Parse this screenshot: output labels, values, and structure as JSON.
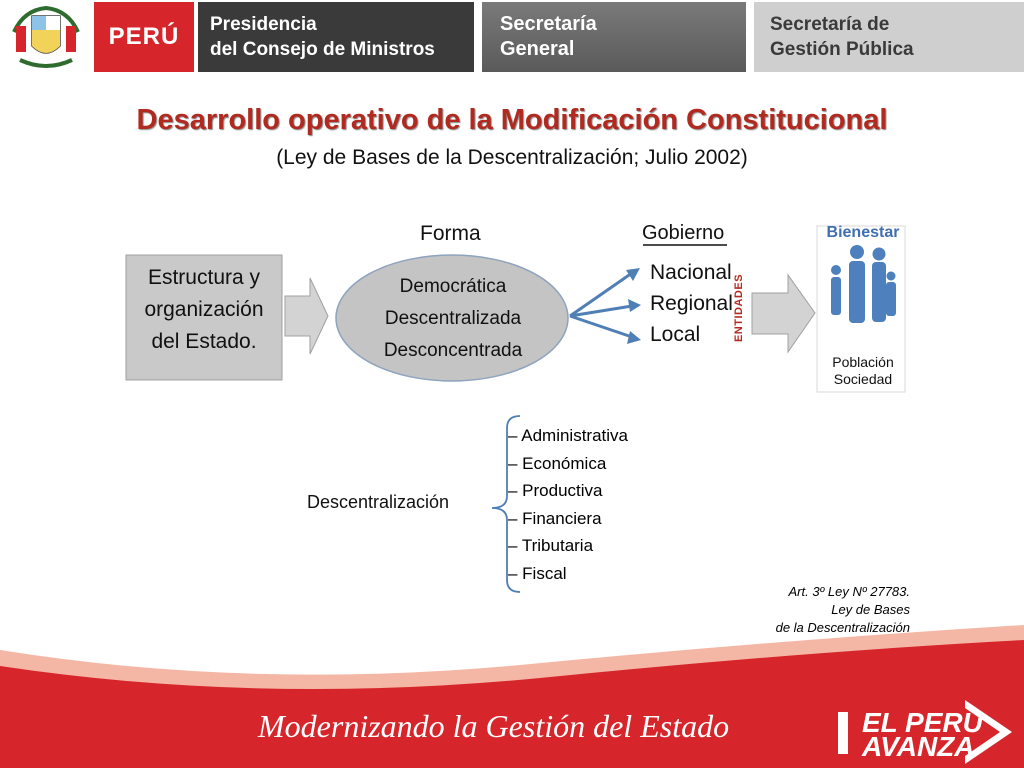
{
  "header": {
    "country": "PERÚ",
    "box1": [
      "Presidencia",
      "del Consejo de Ministros"
    ],
    "box2": [
      "Secretaría",
      "General"
    ],
    "box3": [
      "Secretaría de",
      "Gestión Pública"
    ]
  },
  "title": "Desarrollo operativo de la Modificación Constitucional",
  "subtitle": "(Ley de Bases de la Descentralización; Julio 2002)",
  "diagram": {
    "box_text": [
      "Estructura y",
      "organización",
      "del Estado."
    ],
    "forma_label": "Forma",
    "forma_items": [
      "Democrática",
      "Descentralizada",
      "Desconcentrada"
    ],
    "gobierno_label": "Gobierno",
    "gobierno_items": [
      "Nacional",
      "Regional",
      "Local"
    ],
    "entidades": "ENTIDADES",
    "bienestar": "Bienestar",
    "poblacion": [
      "Población",
      "Sociedad"
    ]
  },
  "descentralizacion": {
    "label": "Descentralización",
    "items": [
      "–  Administrativa",
      "–  Económica",
      "–  Productiva",
      "–  Financiera",
      "–  Tributaria",
      "–  Fiscal"
    ]
  },
  "reference": [
    "Art. 3º Ley Nº 27783.",
    "Ley de Bases",
    "de la Descentralización"
  ],
  "footer": {
    "slogan": "Modernizando la Gestión del Estado",
    "logo": [
      "EL PERU",
      "AVANZA"
    ]
  },
  "colors": {
    "title_red": "#b22a1f",
    "footer_red": "#d7262b",
    "arrow_blue": "#4f7fb5",
    "people_blue": "#4e80bd"
  }
}
